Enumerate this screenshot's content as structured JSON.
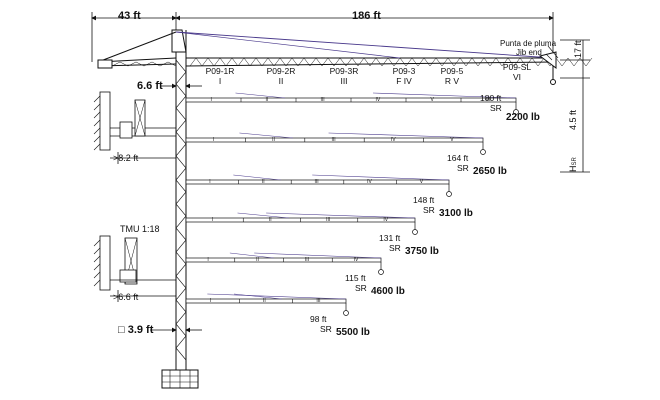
{
  "dimensions": {
    "counter_jib": "43 ft",
    "main_jib": "186 ft",
    "mast_offset": "6.6 ft",
    "tie_clearance_upper": ">8.2 ft",
    "tie_clearance_lower": ">6.6 ft",
    "base": "□ 3.9 ft",
    "right_top": "17 ft",
    "right_mid": "4.5 ft",
    "right_h": "H",
    "right_h_sub": "SR"
  },
  "labels": {
    "jib_tip": "Punta de pluma",
    "jib_end": "Jib end",
    "tmu": "TMU 1:18"
  },
  "sections": [
    {
      "code": "P09-1R",
      "roman": "I"
    },
    {
      "code": "P09-2R",
      "roman": "II"
    },
    {
      "code": "P09-3R",
      "roman": "III"
    },
    {
      "code": "P09-3",
      "roman": "F  IV"
    },
    {
      "code": "P09-5",
      "roman": "R V"
    },
    {
      "code": "P09-SL",
      "roman": "VI"
    }
  ],
  "sr_label": "SR",
  "configurations": [
    {
      "reach": "180 ft",
      "load": "2200 lb",
      "segments": [
        "I",
        "II",
        "III",
        "IV",
        "V",
        "VI"
      ]
    },
    {
      "reach": "164 ft",
      "load": "2650 lb",
      "segments": [
        "I",
        "II",
        "III",
        "IV",
        "V"
      ]
    },
    {
      "reach": "148 ft",
      "load": "3100 lb",
      "segments": [
        "I",
        "II",
        "III",
        "IV",
        "V"
      ]
    },
    {
      "reach": "131 ft",
      "load": "3750 lb",
      "segments": [
        "I",
        "II",
        "III",
        "IV"
      ]
    },
    {
      "reach": "115 ft",
      "load": "4600 lb",
      "segments": [
        "I",
        "II",
        "III",
        "IV"
      ]
    },
    {
      "reach": "98 ft",
      "load": "5500 lb",
      "segments": [
        "I",
        "II",
        "III"
      ]
    }
  ]
}
